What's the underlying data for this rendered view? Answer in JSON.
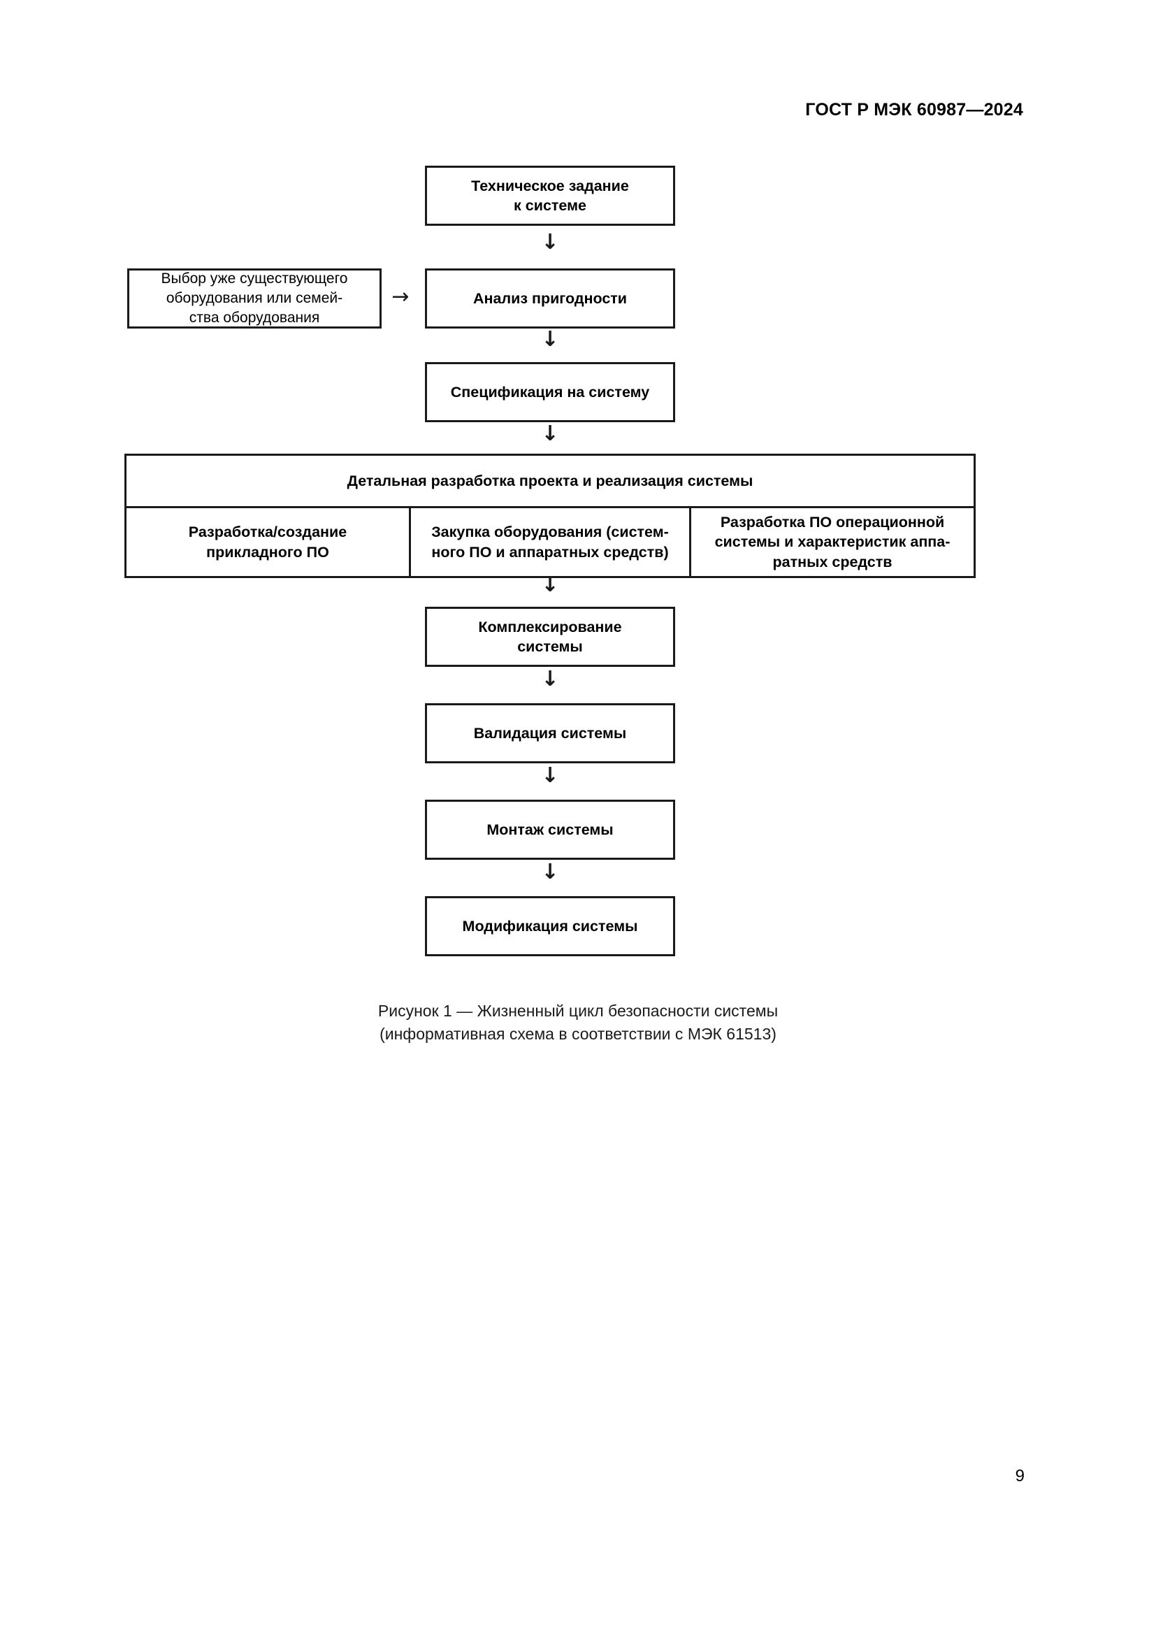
{
  "document": {
    "running_header": "ГОСТ Р МЭК 60987—2024",
    "page_number": "9"
  },
  "figure": {
    "caption_line_1": "Рисунок 1 — Жизненный цикл безопасности системы",
    "caption_line_2": "(информативная схема в соответствии с МЭК 61513)",
    "arrow_down_glyph": "↓",
    "arrow_right_glyph": "→",
    "nodes": {
      "spec_requirements": "Техническое задание\nк системе",
      "select_existing": "Выбор уже существующего\nоборудования или семей-\nства оборудования",
      "suitability": "Анализ пригодности",
      "system_spec": "Спецификация на систему",
      "integration": "Комплексирование\nсистемы",
      "validation": "Валидация системы",
      "installation": "Монтаж системы",
      "modification": "Модификация системы"
    },
    "composite": {
      "title": "Детальная разработка проекта и реализация системы",
      "columns": [
        "Разработка/создание\nприкладного ПО",
        "Закупка оборудования (систем-\nного ПО и аппаратных средств)",
        "Разработка ПО операционной\nсистемы и характеристик аппа-\nратных средств"
      ]
    }
  },
  "colors": {
    "ink": "#1a1a1a",
    "paper": "#ffffff"
  }
}
